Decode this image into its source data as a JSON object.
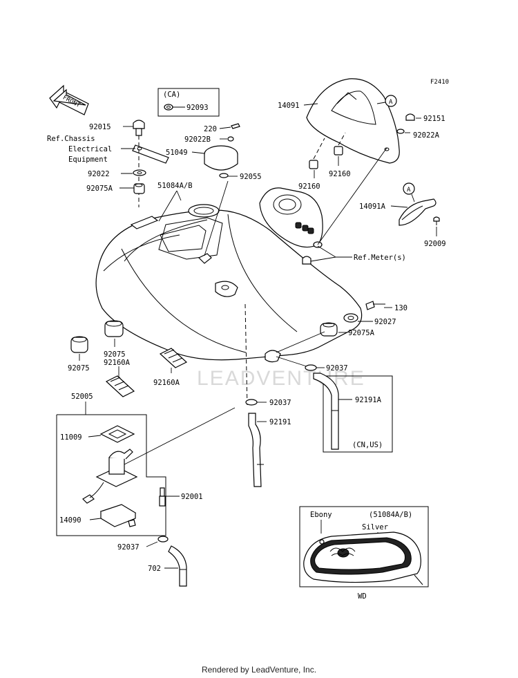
{
  "figure_code": "F2410",
  "front_arrow": "FRONT",
  "watermark": "LEADVENTURE",
  "footer": "Rendered by LeadVenture, Inc.",
  "callout_a": "A",
  "ref_chassis": [
    "Ref.Chassis",
    "Electrical",
    "Equipment"
  ],
  "ref_meter": "Ref.Meter(s)",
  "ca_box": {
    "title": "(CA)",
    "part": "92093"
  },
  "cn_us": "(CN,US)",
  "wd_box": {
    "label": "WD",
    "ebony": "Ebony",
    "part": "(51084A/B)",
    "silver": "Silver"
  },
  "parts": {
    "p92015": "92015",
    "p92022": "92022",
    "p92075A_left": "92075A",
    "p51084AB": "51084A/B",
    "p220": "220",
    "p92022B": "92022B",
    "p51049": "51049",
    "p92055": "92055",
    "p14091": "14091",
    "p92151": "92151",
    "p92022A": "92022A",
    "p92160_a": "92160",
    "p92160_b": "92160",
    "p14091A": "14091A",
    "p92009": "92009",
    "p130": "130",
    "p92027": "92027",
    "p92075A_right": "92075A",
    "p92075_a": "92075",
    "p92160A_a": "92160A",
    "p92075_b": "92075",
    "p92160A_b": "92160A",
    "p92037_a": "92037",
    "p92191A": "92191A",
    "p92037_b": "92037",
    "p92191": "92191",
    "p52005": "52005",
    "p11009": "11009",
    "p92001": "92001",
    "p14090": "14090",
    "p92037_c": "92037",
    "p702": "702"
  }
}
